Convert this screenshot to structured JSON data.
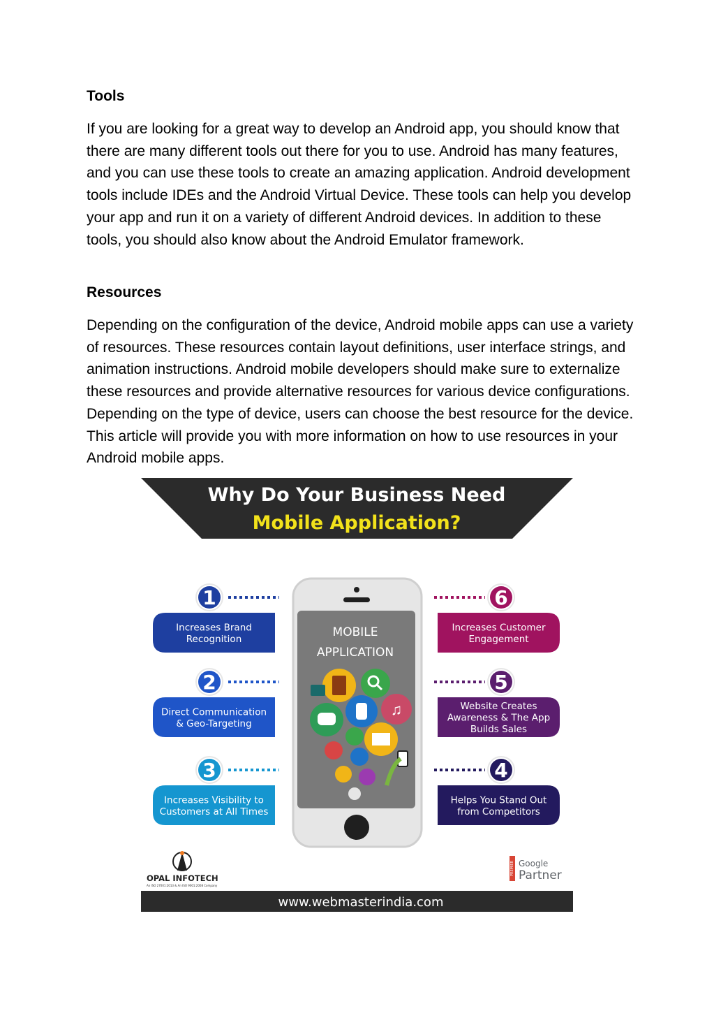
{
  "sections": [
    {
      "heading": "Tools",
      "body": "If you are looking for a great way to develop an Android app, you should know that there are many different tools out there for you to use. Android has many features, and you can use these tools to create an amazing application. Android development tools include IDEs and the Android Virtual Device. These tools can help you develop your app and run it on a variety of different Android devices. In addition to these tools, you should also know about the Android Emulator framework."
    },
    {
      "heading": "Resources",
      "body": "Depending on the configuration of the device, Android mobile apps can use a variety of resources. These resources contain layout definitions, user interface strings, and animation instructions. Android mobile developers should make sure to externalize these resources and provide alternative resources for various device configurations. Depending on the type of device, users can choose the best resource for the device. This article will provide you with more information on how to use resources in your Android mobile apps."
    }
  ],
  "infographic": {
    "title_line1": "Why Do Your Business Need",
    "title_line2": "Mobile Application?",
    "phone_line1": "MOBILE",
    "phone_line2": "APPLICATION",
    "items": [
      {
        "number": "1",
        "line1": "Increases Brand",
        "line2": "Recognition",
        "line3": "",
        "color": "#1e3fa0"
      },
      {
        "number": "2",
        "line1": "Direct Communication",
        "line2": "& Geo-Targeting",
        "line3": "",
        "color": "#1f55c8"
      },
      {
        "number": "3",
        "line1": "Increases Visibility to",
        "line2": "Customers at All Times",
        "line3": "",
        "color": "#1596d0"
      },
      {
        "number": "4",
        "line1": "Helps You Stand Out",
        "line2": "from Competitors",
        "line3": "",
        "color": "#231a5e"
      },
      {
        "number": "5",
        "line1": "Website Creates",
        "line2": "Awareness & The App",
        "line3": "Builds Sales",
        "color": "#5b1e6e"
      },
      {
        "number": "6",
        "line1": "Increases Customer",
        "line2": "Engagement",
        "line3": "",
        "color": "#a0135f"
      }
    ],
    "left_logo": {
      "name": "OPAL INFOTECH",
      "tagline": "An ISO 27001:2013 & An ISO 9001:2008 Company"
    },
    "right_logo": {
      "badge": "PREMIER",
      "line1": "Google",
      "line2": "Partner"
    },
    "footer_url": "www.webmasterindia.com",
    "colors": {
      "banner": "#2b2b2b",
      "title_white": "#ffffff",
      "title_yellow": "#f2e21b",
      "footer": "#2b2b2b",
      "phone_screen": "#7a7a7a"
    }
  }
}
